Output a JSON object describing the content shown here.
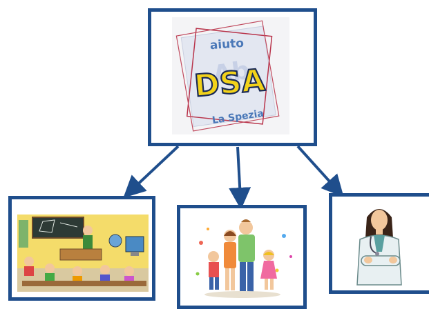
{
  "diagram": {
    "root": {
      "logo_line1": "aiuto",
      "logo_line2": "DSA",
      "logo_line3": "La Spezia"
    },
    "children": [
      {
        "label": "classroom"
      },
      {
        "label": "family"
      },
      {
        "label": "doctor"
      }
    ],
    "colors": {
      "frame": "#1f4e8c",
      "arrow": "#1f4e8c",
      "logo_text_blue": "#4a78b8",
      "logo_dsa_yellow": "#f2d21a",
      "logo_frame_red": "#b8334a"
    }
  }
}
